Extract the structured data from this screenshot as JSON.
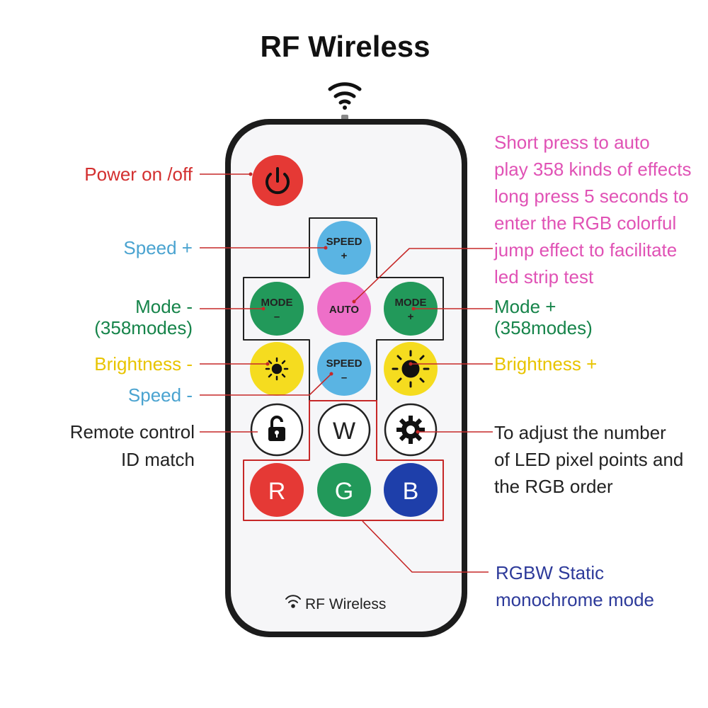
{
  "title": "RF Wireless",
  "remote": {
    "brand_label": "RF Wireless",
    "buttons": {
      "speed_plus": {
        "line1": "SPEED",
        "line2": "+"
      },
      "mode_minus": {
        "line1": "MODE",
        "line2": "–"
      },
      "auto": "AUTO",
      "mode_plus": {
        "line1": "MODE",
        "line2": "+"
      },
      "speed_minus": {
        "line1": "SPEED",
        "line2": "–"
      },
      "white": "W",
      "red": "R",
      "green": "G",
      "blue": "B"
    },
    "colors": {
      "power": "#e53935",
      "speed": "#5ab4e3",
      "mode": "#22995a",
      "auto": "#ee6fc8",
      "brightness": "#f5dc1f",
      "red": "#e53935",
      "green": "#22995a",
      "blue": "#1e3faa",
      "body": "#f6f6f8",
      "frame": "#1c1c1c"
    }
  },
  "labels": {
    "power": "Power on /off",
    "speed_plus": "Speed +",
    "mode_minus_line1": "Mode -",
    "mode_minus_line2": "(358modes)",
    "brightness_minus": "Brightness -",
    "speed_minus": "Speed -",
    "id_match_line1": "Remote control",
    "id_match_line2": "ID match",
    "auto_desc": [
      "Short press to auto",
      "play 358 kinds of effects",
      "long press 5 seconds to",
      "enter the RGB colorful",
      "jump effect to facilitate",
      "led strip test"
    ],
    "mode_plus_line1": "Mode +",
    "mode_plus_line2": "(358modes)",
    "brightness_plus": "Brightness +",
    "setting_desc": [
      "To adjust the number",
      "of LED pixel points and",
      "the RGB order"
    ],
    "rgbw_line1": "RGBW Static",
    "rgbw_line2": "monochrome mode"
  },
  "icons": {
    "wifi": "wifi-icon",
    "power": "power-icon",
    "sun": "sun-icon",
    "lock": "lock-icon",
    "gear": "gear-icon"
  }
}
